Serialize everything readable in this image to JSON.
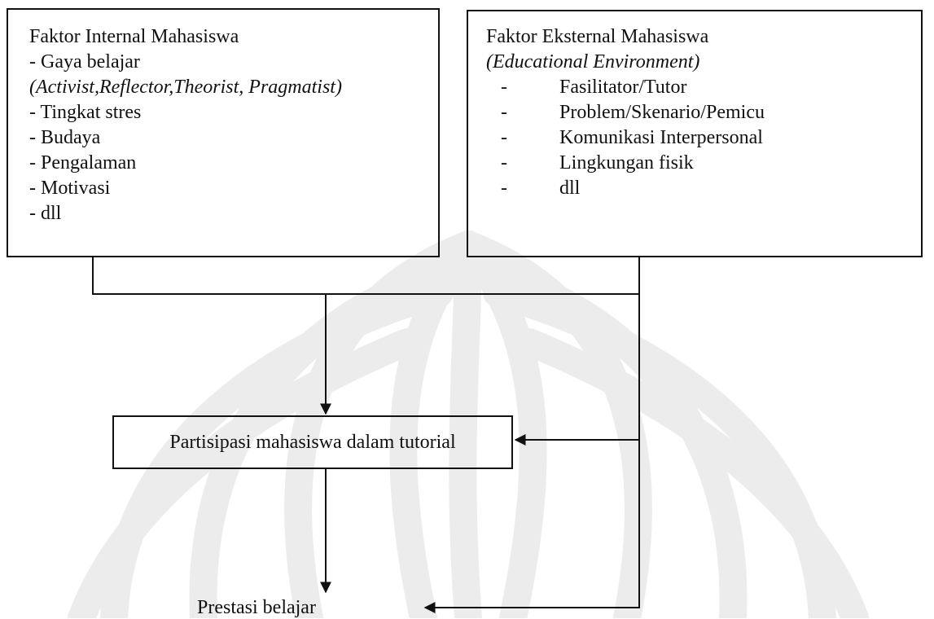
{
  "internal": {
    "title": "Faktor Internal Mahasiswa",
    "items": [
      "- Gaya belajar",
      "(Activist,Reflector,Theorist, Pragmatist)",
      "- Tingkat stres",
      "- Budaya",
      "- Pengalaman",
      "- Motivasi",
      "- dll"
    ]
  },
  "external": {
    "title": "Faktor Eksternal Mahasiswa",
    "subtitle": "(Educational Environment)",
    "items": [
      "Fasilitator/Tutor",
      "Problem/Skenario/Pemicu",
      "Komunikasi Interpersonal",
      "Lingkungan fisik",
      "dll"
    ],
    "bullet": "-"
  },
  "partisipasi": "Partisipasi mahasiswa dalam tutorial",
  "prestasi": "Prestasi belajar",
  "colors": {
    "line": "#111111",
    "watermark": "#ececec"
  }
}
